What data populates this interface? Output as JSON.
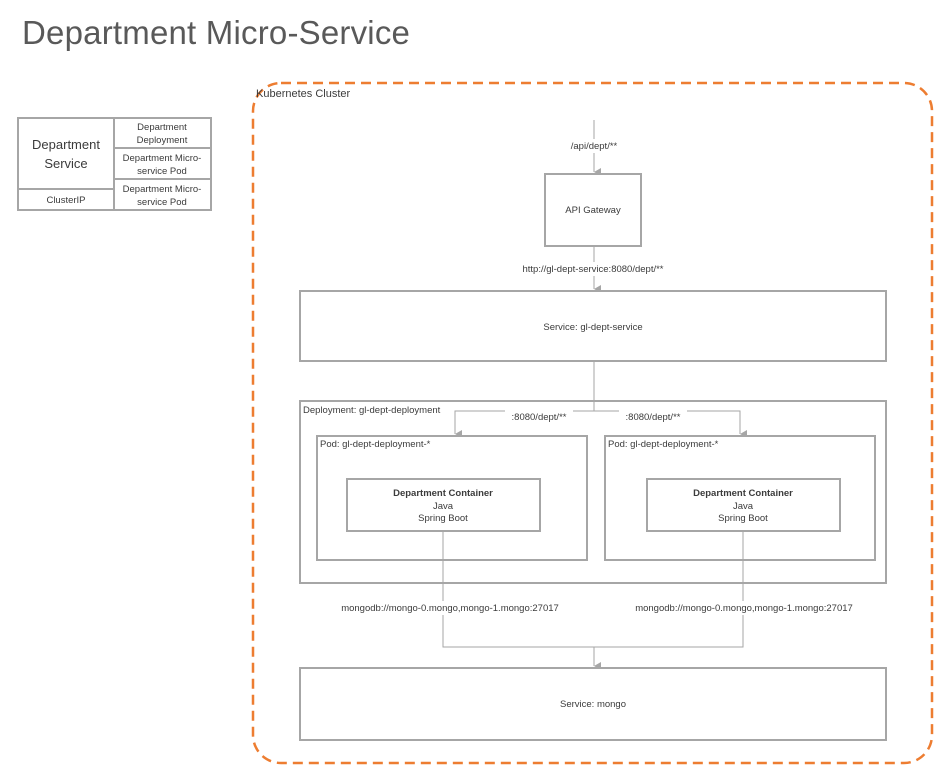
{
  "title": "Department Micro-Service",
  "legend": {
    "service": [
      "Department",
      "Service"
    ],
    "deployment": [
      "Department",
      "Deployment"
    ],
    "pod1": [
      "Department Micro-",
      "service Pod"
    ],
    "pod2": [
      "Department Micro-",
      "service Pod"
    ],
    "clusterip": "ClusterIP"
  },
  "cluster_label": "Kubernetes Cluster",
  "api_path": "/api/dept/**",
  "api_gateway": "API Gateway",
  "gateway_url": "http://gl-dept-service:8080/dept/**",
  "service_dept": "Service: gl-dept-service",
  "deployment_label": "Deployment: gl-dept-deployment",
  "pod_left_path": ":8080/dept/**",
  "pod_right_path": ":8080/dept/**",
  "pod_left_label": "Pod: gl-dept-deployment-*",
  "pod_right_label": "Pod: gl-dept-deployment-*",
  "container": {
    "title": "Department Container",
    "lang": "Java",
    "framework": "Spring Boot"
  },
  "mongo_left": "mongodb://mongo-0.mongo,mongo-1.mongo:27017",
  "mongo_right": "mongodb://mongo-0.mongo,mongo-1.mongo:27017",
  "service_mongo": "Service: mongo",
  "colors": {
    "cluster_border": "#ED7D31",
    "box_border": "#a6a6a6",
    "line": "#a6a6a6"
  }
}
